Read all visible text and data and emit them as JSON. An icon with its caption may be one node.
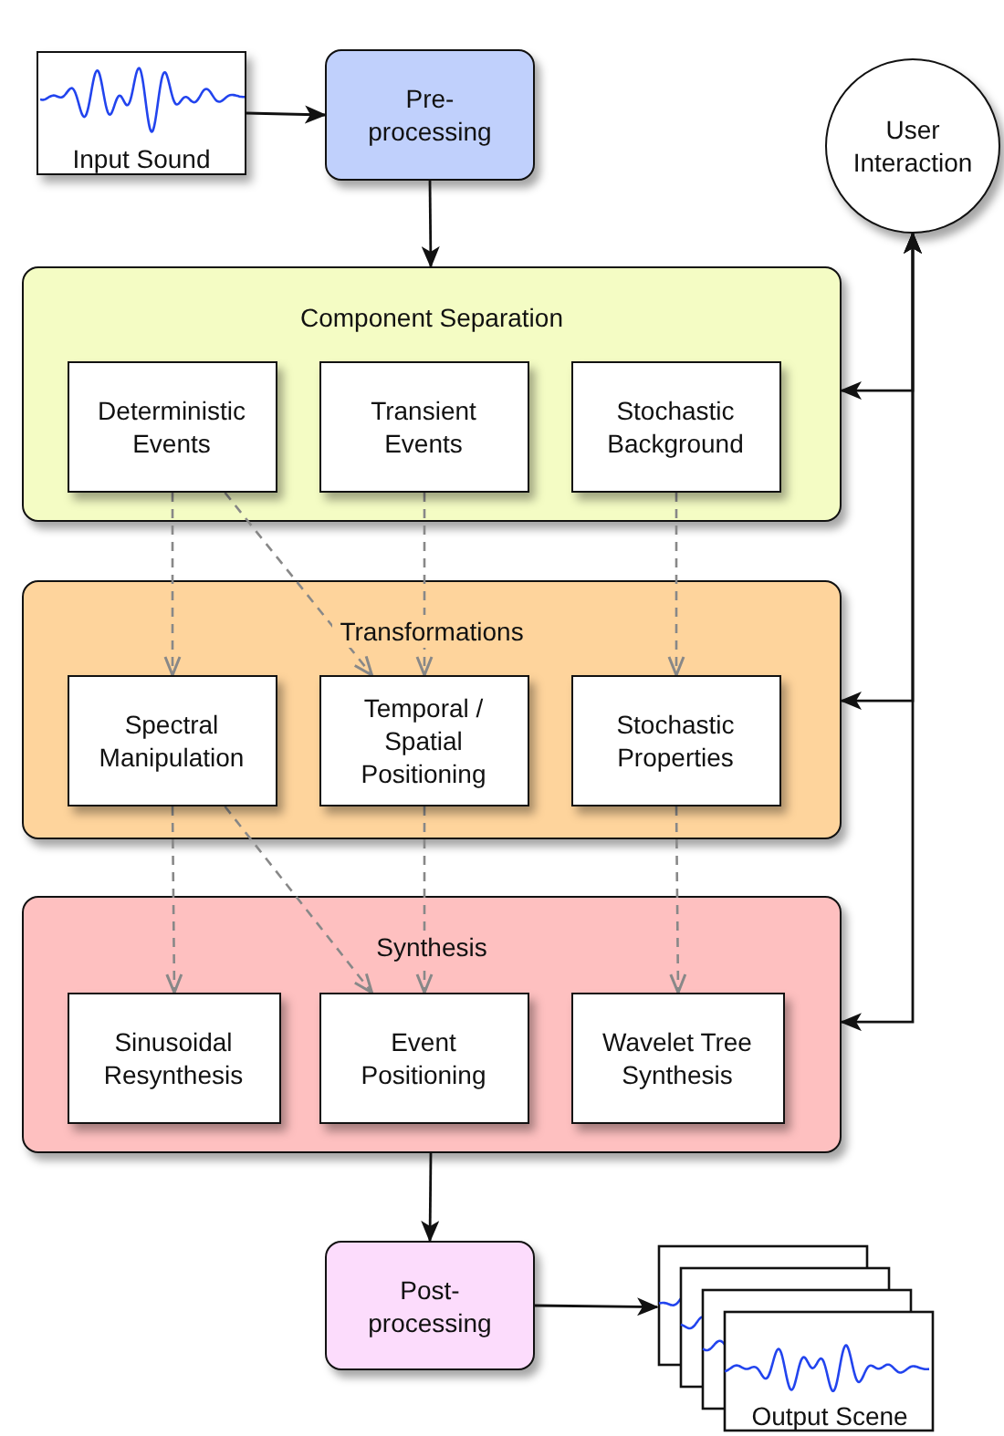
{
  "diagram": {
    "nodes": [
      {
        "text": [
          "Input Sound"
        ]
      },
      {
        "text": [
          "Pre- processing"
        ]
      },
      {
        "text": [
          "User Interaction"
        ]
      },
      {
        "text": [
          "Component Separation"
        ]
      },
      {
        "text": [
          "Deterministic Events"
        ],
        "in": 3
      },
      {
        "text": [
          "Transient Events"
        ],
        "in": 3
      },
      {
        "text": [
          "Stochastic Background"
        ],
        "in": 3
      },
      {
        "text": [
          "Transformations"
        ]
      },
      {
        "text": [
          "Spectral Manipulation"
        ],
        "in": 7
      },
      {
        "text": [
          "Temporal / Spatial Positioning"
        ],
        "in": 7
      },
      {
        "text": [
          "Stochastic Properties"
        ],
        "in": 7
      },
      {
        "text": [
          "Synthesis"
        ]
      },
      {
        "text": [
          "Sinusoidal Resynthesis"
        ],
        "in": 11
      },
      {
        "text": [
          "Event Positioning"
        ],
        "in": 11
      },
      {
        "text": [
          "Wavelet Tree Synthesis"
        ],
        "in": 11
      },
      {
        "text": [
          "Post- processing"
        ]
      },
      {
        "text": [
          "Output Scene"
        ]
      }
    ],
    "edges": [
      {
        "from": 0,
        "to": 1,
        "arrow": "to",
        "color": "#111111"
      },
      {
        "from": 1,
        "to": 3,
        "arrow": "to",
        "color": "#111111"
      },
      {
        "from": 2,
        "to": 3,
        "arrow": "both",
        "color": "#111111"
      },
      {
        "from": 2,
        "to": 7,
        "arrow": "both",
        "color": "#111111"
      },
      {
        "from": 2,
        "to": 11,
        "arrow": "both",
        "color": "#111111"
      },
      {
        "from": 4,
        "to": 8,
        "arrow": "to",
        "style": "dashed"
      },
      {
        "from": 4,
        "to": 9,
        "arrow": "to",
        "style": "dashed"
      },
      {
        "from": 5,
        "to": 9,
        "arrow": "to",
        "style": "dashed"
      },
      {
        "from": 6,
        "to": 10,
        "arrow": "to",
        "style": "dashed"
      },
      {
        "from": 8,
        "to": 12,
        "arrow": "to",
        "style": "dashed"
      },
      {
        "from": 8,
        "to": 13,
        "arrow": "to",
        "style": "dashed"
      },
      {
        "from": 9,
        "to": 13,
        "arrow": "to",
        "style": "dashed"
      },
      {
        "from": 10,
        "to": 14,
        "arrow": "to",
        "style": "dashed"
      },
      {
        "from": 11,
        "to": 15,
        "arrow": "to",
        "color": "#111111"
      },
      {
        "from": 15,
        "to": 16,
        "arrow": "to",
        "color": "#111111"
      }
    ]
  }
}
